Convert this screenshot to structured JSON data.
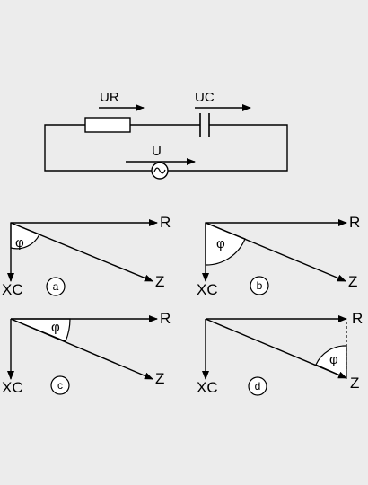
{
  "circuit": {
    "voltage_resistor": "UR",
    "voltage_capacitor": "UC",
    "voltage_source": "U",
    "source_symbol": "~"
  },
  "diagrams": [
    {
      "option": "a",
      "angle": "φ",
      "horizontal_label": "R",
      "vertical_label": "XC",
      "hypotenuse_label": "Z"
    },
    {
      "option": "b",
      "angle": "φ",
      "horizontal_label": "R",
      "vertical_label": "XC",
      "hypotenuse_label": "Z"
    },
    {
      "option": "c",
      "angle": "φ",
      "horizontal_label": "R",
      "vertical_label": "XC",
      "hypotenuse_label": "Z"
    },
    {
      "option": "d",
      "angle": "φ",
      "horizontal_label": "R",
      "vertical_label": "XC",
      "hypotenuse_label": "Z"
    }
  ],
  "colors": {
    "background": "#ececec",
    "line": "#000000",
    "fill": "#ffffff"
  }
}
